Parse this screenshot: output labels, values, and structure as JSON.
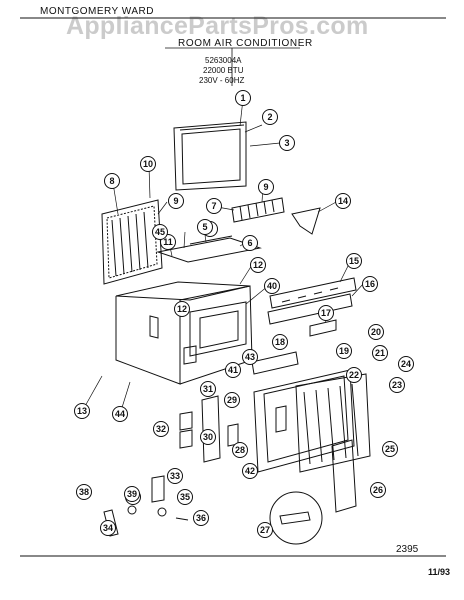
{
  "header": {
    "brand": "MONTGOMERY WARD",
    "watermark": "AppliancePartsPros.com",
    "title": "ROOM AIR CONDITIONER",
    "model": "5263004A",
    "capacity": "22000 BTU",
    "voltage": "230V - 60HZ"
  },
  "footer": {
    "drawing_code": "2395",
    "date": "11/93"
  },
  "callouts": [
    "1",
    "2",
    "3",
    "4",
    "5",
    "6",
    "7",
    "8",
    "9",
    "9",
    "10",
    "11",
    "12",
    "12",
    "13",
    "14",
    "15",
    "16",
    "17",
    "18",
    "19",
    "20",
    "21",
    "22",
    "23",
    "24",
    "25",
    "26",
    "27",
    "28",
    "29",
    "30",
    "31",
    "32",
    "33",
    "34",
    "35",
    "36",
    "37",
    "38",
    "39",
    "40",
    "41",
    "42",
    "43",
    "44",
    "45"
  ],
  "colors": {
    "ink": "#111111",
    "watermark": "#8c8c8c"
  }
}
